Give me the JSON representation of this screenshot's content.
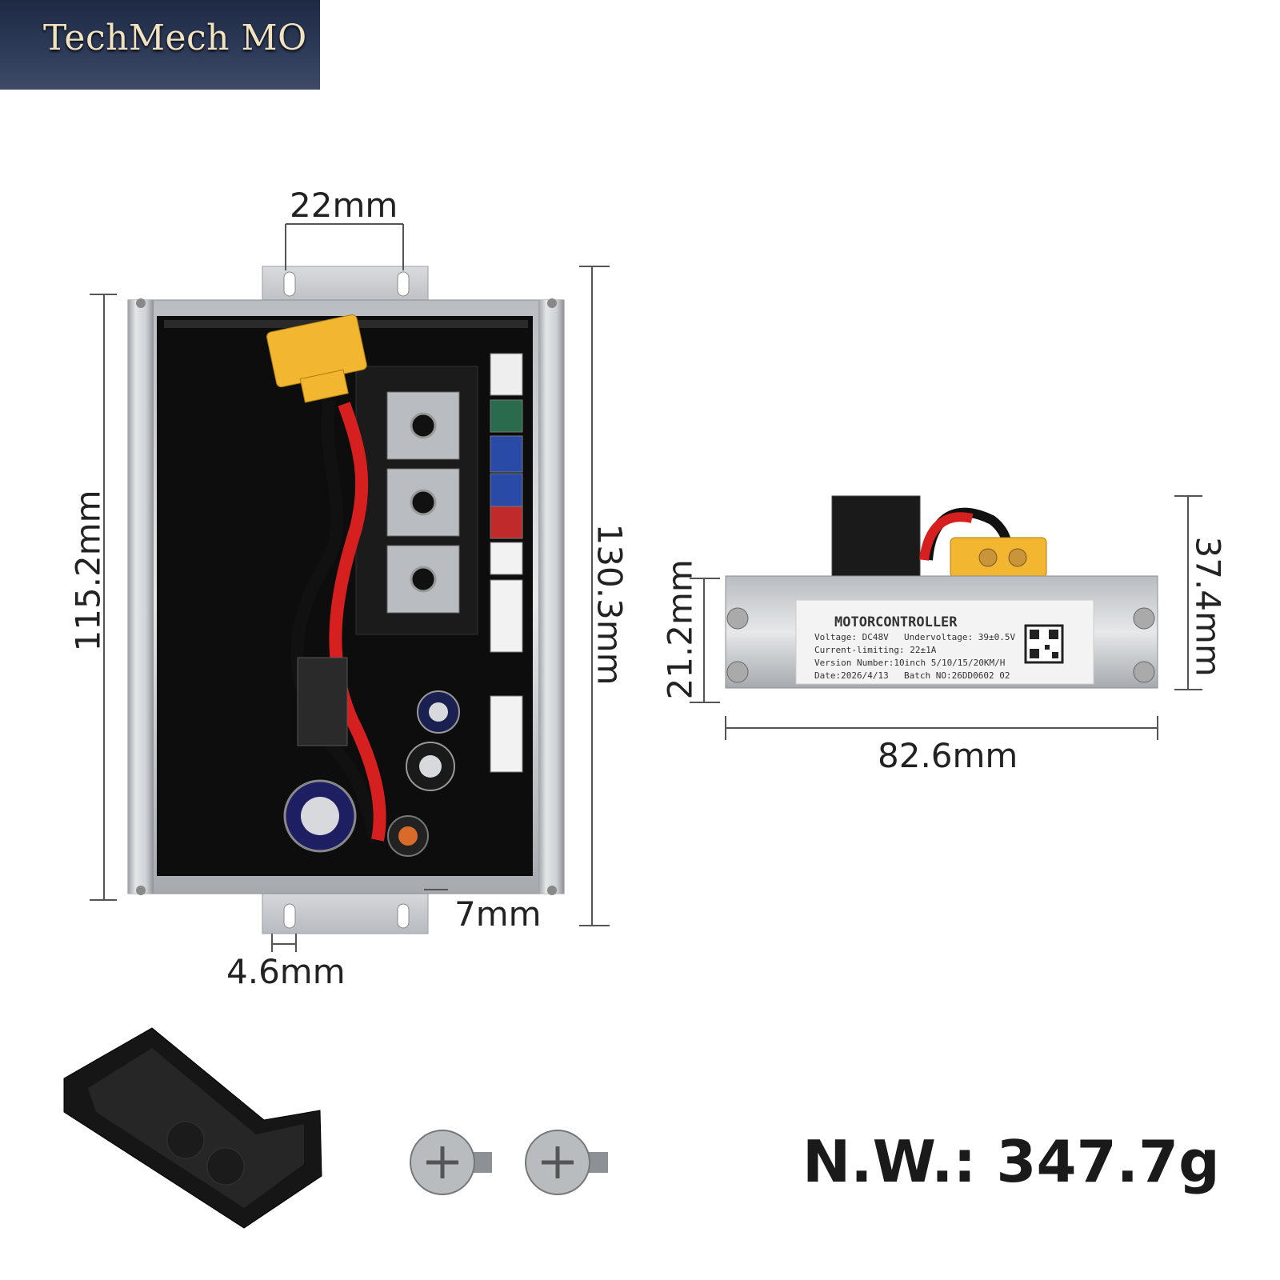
{
  "brand": {
    "name": "TechMech MO"
  },
  "dimensions": {
    "top_holes": "22mm",
    "height_body": "115.2mm",
    "height_total": "130.3mm",
    "tab_depth": "7mm",
    "hole_width": "4.6mm",
    "side_height_body": "21.2mm",
    "side_height_total": "37.4mm",
    "width": "82.6mm"
  },
  "label": {
    "title": "MOTORCONTROLLER",
    "voltage": "Voltage: DC48V",
    "undervoltage": "Undervoltage: 39±0.5V",
    "current": "Current-limiting: 22±1A",
    "version": "Version Number:10inch 5/10/15/20KM/H",
    "date": "Date:2026/4/13",
    "batch": "Batch NO:26DD0602 02"
  },
  "net_weight": "N.W.: 347.7g",
  "colors": {
    "red_wire": "#d61f1f",
    "xt_connector": "#f2b630",
    "housing": "#c9ccd0"
  }
}
